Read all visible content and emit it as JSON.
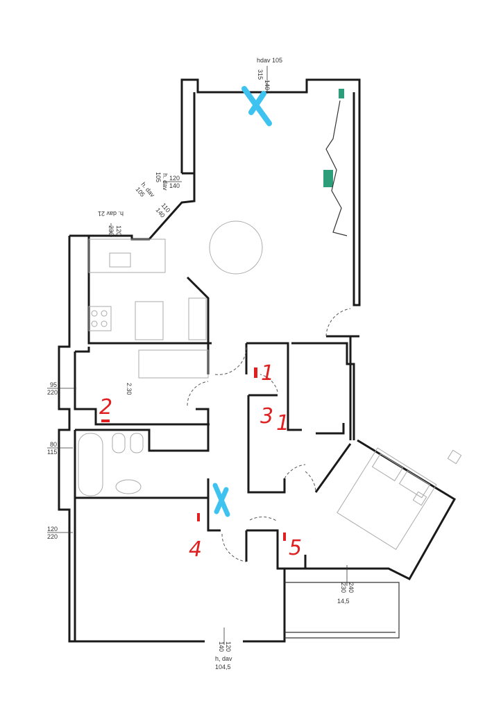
{
  "title": "Apartment floor plan",
  "dimensions": {
    "top_window": {
      "label": "hdav 105",
      "a": "315",
      "b": "140"
    },
    "left_window_upper": {
      "a": "120",
      "b": "140",
      "label": "h. dav",
      "c": "105"
    },
    "diag_window": {
      "a": "110",
      "b": "140",
      "label": "h. dav",
      "c": "105"
    },
    "kitchen_window": {
      "label": "h. dav 21",
      "a": "120",
      "b": "230"
    },
    "left_95": {
      "a": "95",
      "b": "220"
    },
    "left_80": {
      "a": "80",
      "b": "115"
    },
    "left_120": {
      "a": "120",
      "b": "220"
    },
    "hall_dim": "2.30",
    "balcony_door": {
      "a": "240",
      "b": "230",
      "c": "14,5"
    },
    "bottom_window": {
      "a": "120",
      "b": "140",
      "label": "h, dav",
      "c": "104,5"
    }
  },
  "annotations": {
    "room_1": "1",
    "room_2": "2",
    "room_3": "3",
    "room_3b": "1",
    "room_4": "4",
    "room_5": "5"
  },
  "colors": {
    "marker_blue": "#3ec3f0",
    "marker_green": "#2e9e7a",
    "marker_red": "#e02020"
  }
}
